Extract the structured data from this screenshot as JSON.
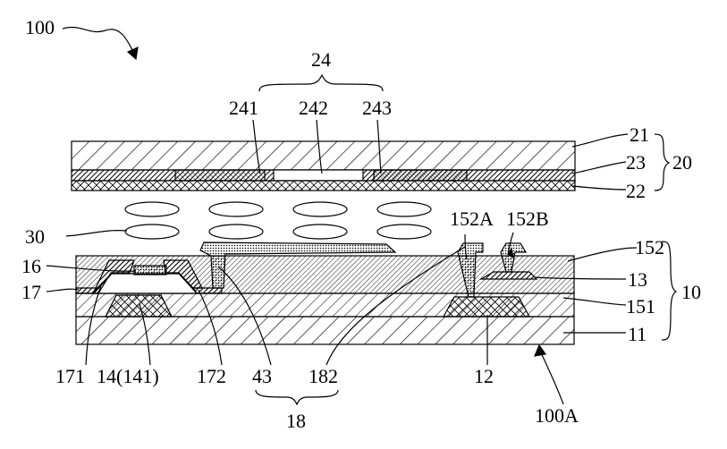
{
  "figure": {
    "labels": {
      "l100": "100",
      "l24": "24",
      "l241": "241",
      "l242": "242",
      "l243": "243",
      "l21": "21",
      "l23": "23",
      "l22": "22",
      "l20": "20",
      "l30": "30",
      "l152A": "152A",
      "l152B": "152B",
      "l152": "152",
      "l16": "16",
      "l13": "13",
      "l17": "17",
      "l10": "10",
      "l151": "151",
      "l11": "11",
      "l171": "171",
      "l14": "14(141)",
      "l172": "172",
      "l43": "43",
      "l182": "182",
      "l12": "12",
      "l18": "18",
      "l100A": "100A"
    }
  }
}
